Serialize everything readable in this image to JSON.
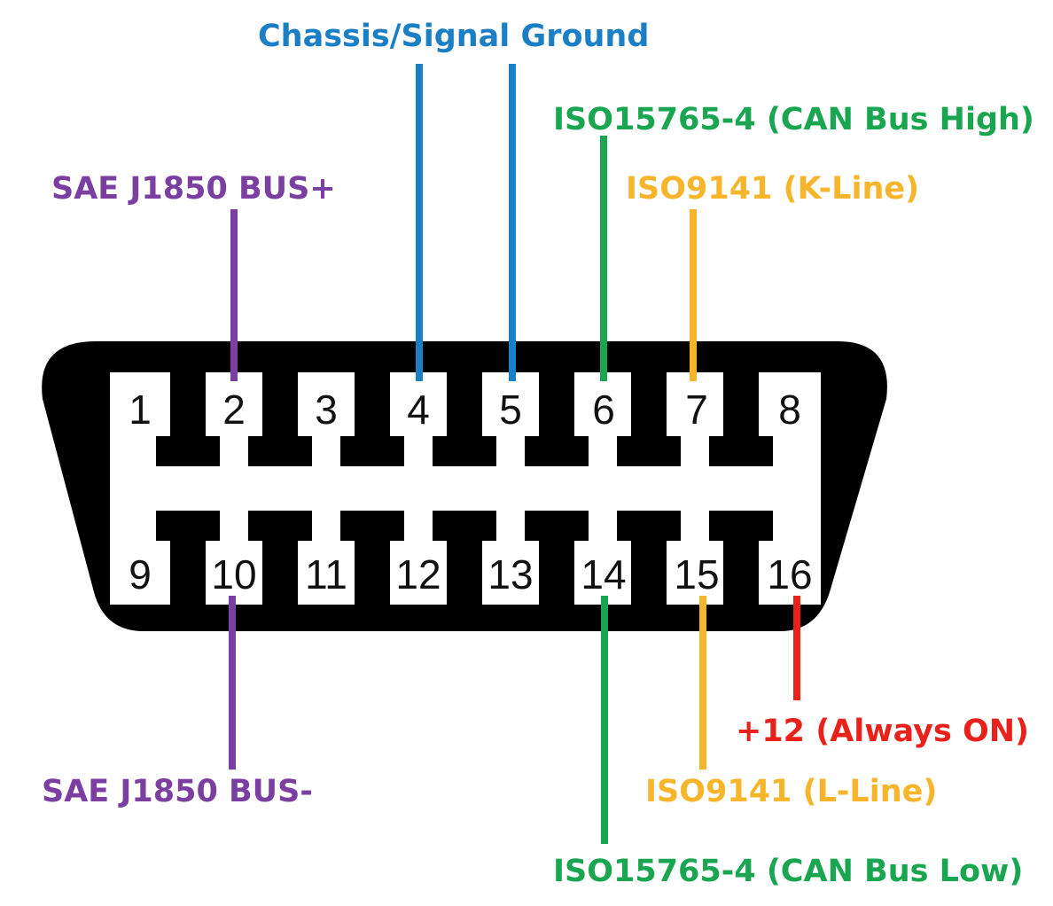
{
  "connector": {
    "top_row": [
      "1",
      "2",
      "3",
      "4",
      "5",
      "6",
      "7",
      "8"
    ],
    "bottom_row": [
      "9",
      "10",
      "11",
      "12",
      "13",
      "14",
      "15",
      "16"
    ]
  },
  "labels": {
    "chassis_ground": "Chassis/Signal Ground",
    "can_high": "ISO15765-4 (CAN Bus High)",
    "k_line": "ISO9141 (K-Line)",
    "j1850_plus": "SAE J1850 BUS+",
    "j1850_minus": "SAE J1850 BUS-",
    "power": "+12 (Always ON)",
    "l_line": "ISO9141 (L-Line)",
    "can_low": "ISO15765-4 (CAN Bus Low)"
  },
  "colors": {
    "ground": "#1b7fc6",
    "can": "#1aa650",
    "iso9141": "#f7b52c",
    "j1850": "#7a3fa0",
    "power": "#e8221b",
    "connector": "#000000"
  }
}
